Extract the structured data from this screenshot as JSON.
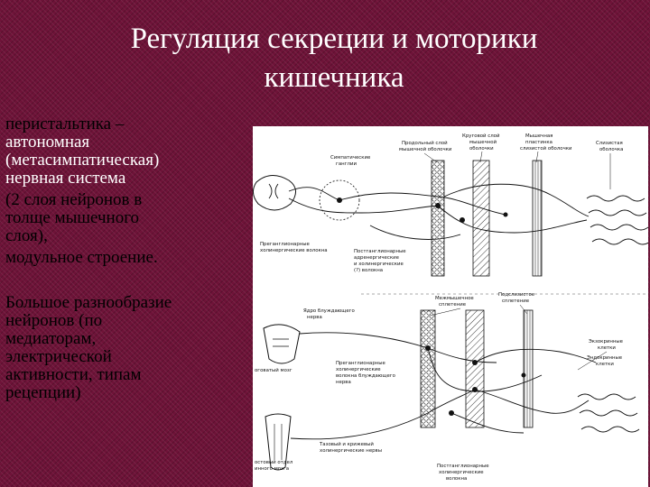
{
  "slide": {
    "title_line1": "Регуляция секреции и моторики",
    "title_line2": "кишечника"
  },
  "body": {
    "p1": [
      "перистальтика –",
      "автономная",
      "(метасимпатическая)",
      "нервная система"
    ],
    "p2": [
      "(2 слоя нейронов в",
      "толще мышечного",
      "слоя),"
    ],
    "p3": [
      "модульное строение."
    ],
    "p4": [
      "Большое разнообразие",
      "нейронов (по",
      "медиаторам,",
      "электрической",
      "активности, типам",
      "рецепции)"
    ]
  },
  "figure": {
    "labels": {
      "sympathetic_ganglion_1": "Симпатические",
      "sympathetic_ganglion_2": "ганглии",
      "long_layer_1": "Продольный слой",
      "long_layer_2": "мышечной оболочки",
      "circ_layer_1": "Круговой слой",
      "circ_layer_2": "мышечной",
      "circ_layer_3": "оболочки",
      "muscularis_1": "Мышечная",
      "muscularis_2": "пластинка",
      "muscularis_3": "слизистой оболочки",
      "mucosa_1": "Слизистая",
      "mucosa_2": "оболочка",
      "pregang_1": "Преганглионарные",
      "pregang_2": "холинергические волокна",
      "postgang_1": "Постганглионарные",
      "postgang_2": "адренергические",
      "postgang_3": "и холинергические",
      "postgang_4": "(?) волокна",
      "intermuscular_1": "Межмышечное",
      "intermuscular_2": "сплетение",
      "submucosal_1": "Подслизистое",
      "submucosal_2": "сплетение",
      "vagus_nucleus_1": "Ядро блуждающего",
      "vagus_nucleus_2": "нерва",
      "brainstem": "оговатый мозг",
      "pregang_vagus_1": "Преганглионарные",
      "pregang_vagus_2": "холинергические",
      "pregang_vagus_3": "волокна блуждающего",
      "pregang_vagus_4": "нерва",
      "endocrine_1": "Экзокринные",
      "endocrine_2": "клетки",
      "endocrine_3": "Эндокринные",
      "endocrine_4": "клетки",
      "pelvic_1": "Тазовый и крижевый",
      "pelvic_2": "холинергические нервы",
      "sacral_1": "остовый отдел",
      "sacral_2": "инного мозга",
      "postgang_chol_1": "Постганглионарные",
      "postgang_chol_2": "холинергические",
      "postgang_chol_3": "волокна"
    }
  }
}
